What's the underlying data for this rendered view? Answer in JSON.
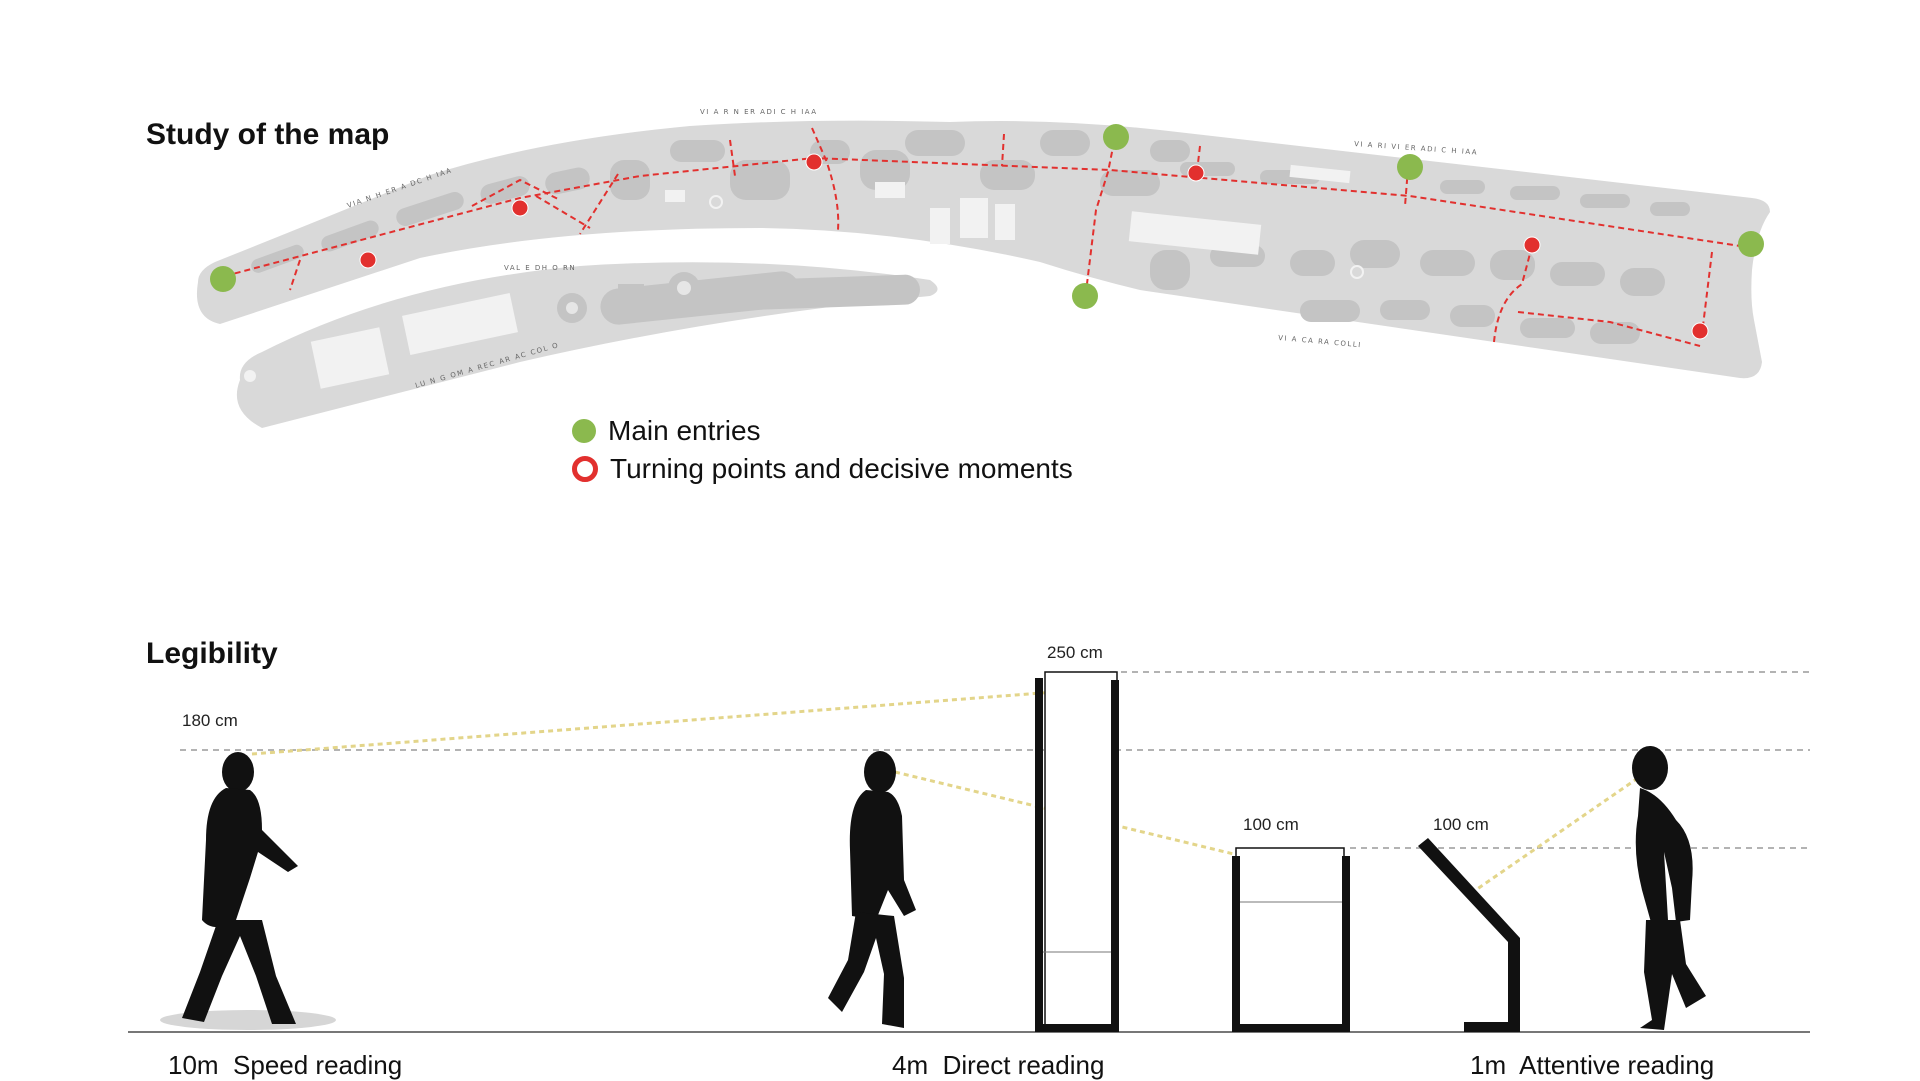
{
  "map": {
    "title": "Study of the map",
    "legend": {
      "entries_label": "Main entries",
      "turning_label": "Turning points and decisive moments"
    },
    "street_names": [
      "VIA N H ER A DC H IAA",
      "VI A R N ER ADI C H IAA",
      "VI A RI VI ER ADI C H IAA",
      "VAL E DH O RN",
      "LU N G OM A REC AR AC COL O",
      "VI A CA RA COLLI"
    ]
  },
  "legibility": {
    "title": "Legibility",
    "heights": {
      "person": "180 cm",
      "tall_sign": "250 cm",
      "low_sign": "100 cm",
      "lectern": "100 cm"
    },
    "captions": [
      "10m  Speed reading",
      "4m  Direct reading",
      "1m  Attentive reading"
    ]
  },
  "colors": {
    "entry_green": "#8bb94e",
    "turning_red": "#e2302e",
    "map_gray": "#d9d9d9",
    "block_gray": "#c4c4c4",
    "sightline": "#e3d58a"
  }
}
